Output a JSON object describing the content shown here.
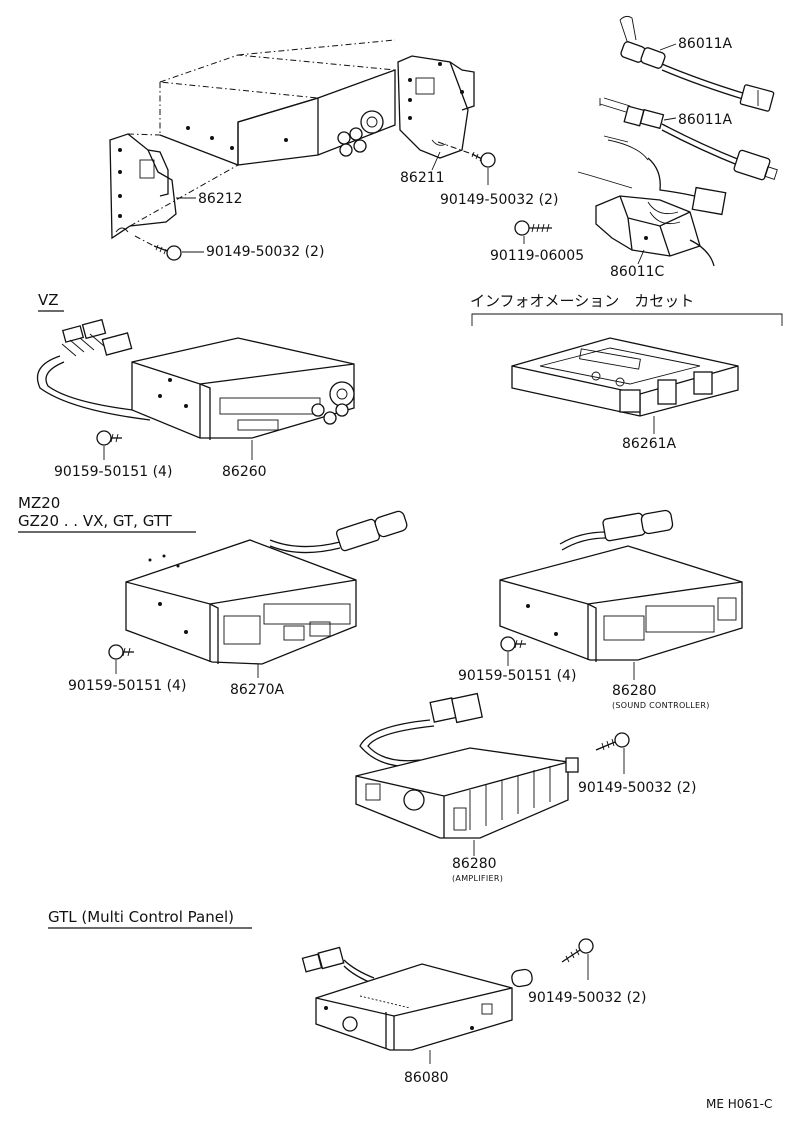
{
  "parts": {
    "p86011A_1": "86011A",
    "p86011A_2": "86011A",
    "p86011C": "86011C",
    "p90119": "90119-06005",
    "p86211": "86211",
    "p86212": "86212",
    "p90149_top1": "90149-50032 (2)",
    "p90149_top2": "90149-50032 (2)",
    "p86260": "86260",
    "p90159_vz": "90159-50151 (4)",
    "p86261A": "86261A",
    "p86270A": "86270A",
    "p90159_mz1": "90159-50151 (4)",
    "p90159_mz2": "90159-50151 (4)",
    "p86280_sc": "86280",
    "p86280_sc_sub": "(SOUND CONTROLLER)",
    "p90149_amp": "90149-50032 (2)",
    "p86280_amp": "86280",
    "p86280_amp_sub": "(AMPLIFIER)",
    "p90149_gtl": "90149-50032 (2)",
    "p86080": "86080"
  },
  "sections": {
    "vz": "VZ",
    "info_cassette": "インフォオメーション　カセット",
    "mz20": "MZ20",
    "gz20": "GZ20 . . VX, GT, GTT",
    "gtl": "GTL (Multi Control Panel)"
  },
  "footer": {
    "code": "ME H061-C"
  }
}
